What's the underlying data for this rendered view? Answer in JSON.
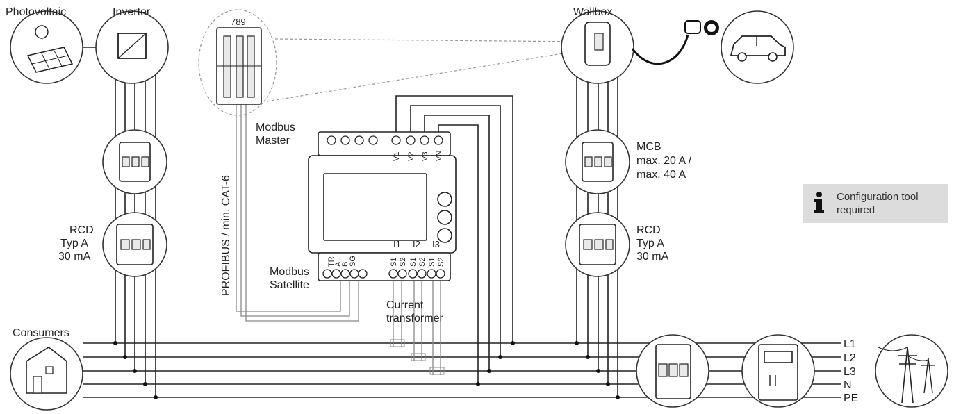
{
  "labels": {
    "photovoltaic": "Photovoltaic",
    "inverter": "Inverter",
    "device_number": "789",
    "wallbox": "Wallbox",
    "modbus_master_1": "Modbus",
    "modbus_master_2": "Master",
    "profibus": "PROFIBUS / min. CAT-6",
    "mcb_1": "MCB",
    "mcb_2": "max. 20 A /",
    "mcb_3": "max. 40 A",
    "rcd_left_1": "RCD",
    "rcd_left_2": "Typ A",
    "rcd_left_3": "30 mA",
    "rcd_right_1": "RCD",
    "rcd_right_2": "Typ A",
    "rcd_right_3": "30 mA",
    "modbus_satellite_1": "Modbus",
    "modbus_satellite_2": "Satellite",
    "current_transformer_1": "Current",
    "current_transformer_2": "transformer",
    "consumers": "Consumers",
    "bus_l1": "L1",
    "bus_l2": "L2",
    "bus_l3": "L3",
    "bus_n": "N",
    "bus_pe": "PE"
  },
  "terminals": {
    "v1": "V1",
    "v2": "V2",
    "v3": "V3",
    "vn": "VN",
    "i1": "I1",
    "i2": "I2",
    "i3": "I3",
    "tr": "TR",
    "a": "A",
    "b": "B",
    "sg": "SG",
    "s1a": "S1",
    "s2a": "S2",
    "s1b": "S1",
    "s2b": "S2",
    "s1c": "S1",
    "s2c": "S2"
  },
  "note": {
    "icon": "info-icon",
    "text_1": "Configuration tool",
    "text_2": "required"
  },
  "colors": {
    "line": "#222222",
    "note_background": "#dcdcdc"
  }
}
